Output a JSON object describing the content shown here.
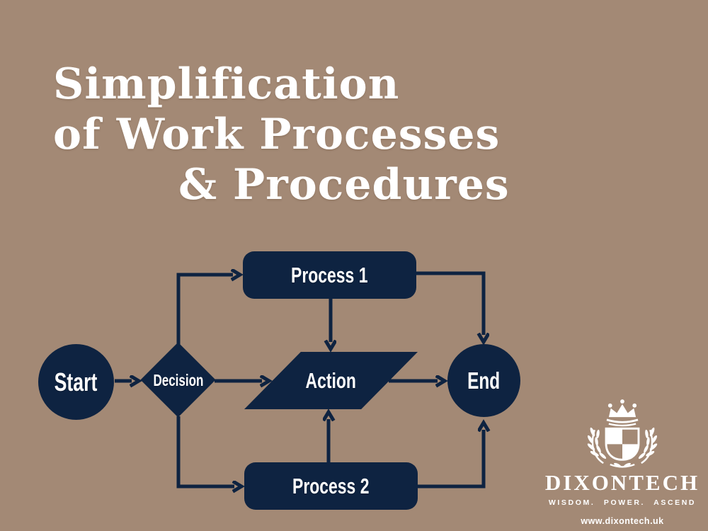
{
  "slide": {
    "title_lines": [
      "Simplification",
      "of Work Processes",
      "& Procedures"
    ]
  },
  "flowchart": {
    "nodes": {
      "start": "Start",
      "decision": "Decision",
      "process1": "Process 1",
      "action": "Action",
      "process2": "Process 2",
      "end": "End"
    }
  },
  "logo": {
    "brand": "DIXONTECH",
    "tagline": "WISDOM. POWER. ASCEND",
    "website": "www.dixontech.uk",
    "crest_icon": "crown-shield-laurel-crest"
  },
  "colors": {
    "background": "#a38975",
    "shape_navy": "#0e2341",
    "text_white": "#ffffff"
  }
}
